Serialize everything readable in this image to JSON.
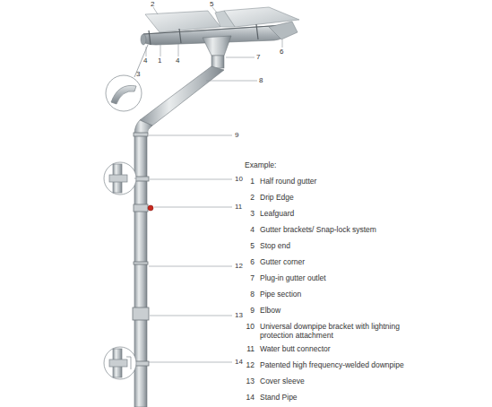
{
  "diagram": {
    "labels": [
      "2",
      "5",
      "4",
      "1",
      "4",
      "3",
      "7",
      "6",
      "8",
      "9",
      "10",
      "11",
      "12",
      "13",
      "14",
      "Example:",
      "1",
      "Half round gutter",
      "2",
      "Drip Edge",
      "3",
      "Leafguard",
      "4",
      "Gutter brackets/ Snap-lock system",
      "5",
      "Stop end",
      "6",
      "Gutter corner",
      "7",
      "Plug-in gutter outlet",
      "8",
      "Pipe section",
      "9",
      "Elbow",
      "10",
      "Universal downpipe bracket with lightning protection attachment",
      "11",
      "Water butt connector",
      "12",
      "Patented high frequency-welded downpipe",
      "13",
      "Cover sleeve",
      "14",
      "Stand Pipe"
    ]
  }
}
